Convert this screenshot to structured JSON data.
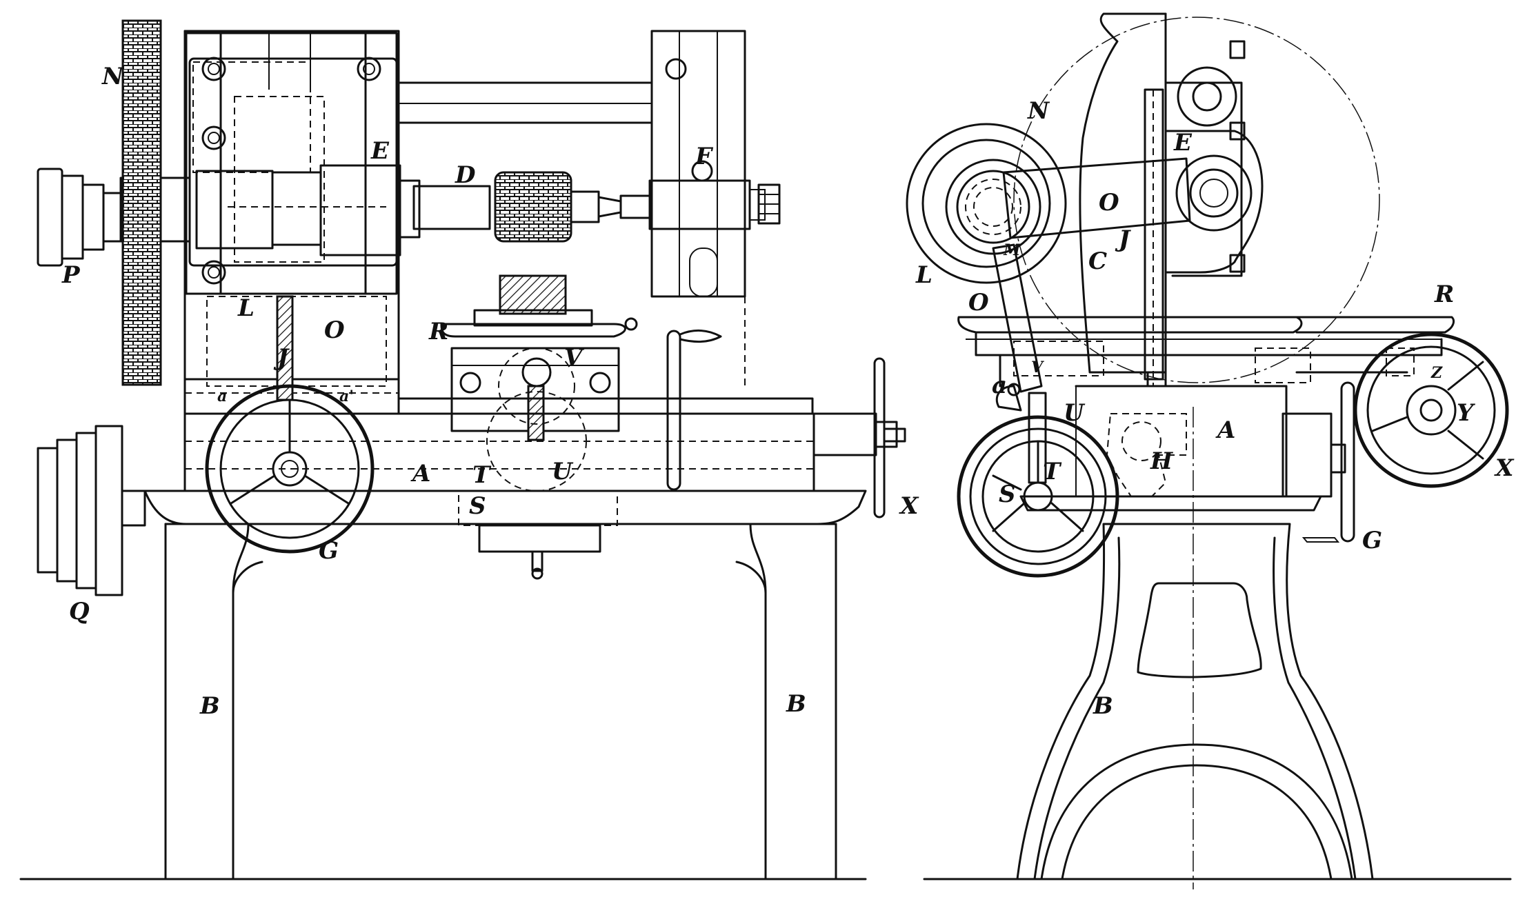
{
  "views": {
    "front": {
      "labels": {
        "N": "N",
        "P": "P",
        "Q": "Q",
        "E": "E",
        "D": "D",
        "F": "F",
        "L": "L",
        "O": "O",
        "J": "J",
        "R": "R",
        "V": "V",
        "A": "A",
        "T": "T",
        "U": "U",
        "S": "S",
        "G": "G",
        "X": "X",
        "B_left": "B",
        "B_right": "B",
        "a_left": "a",
        "a_right": "a'"
      }
    },
    "side": {
      "labels": {
        "N": "N",
        "E": "E",
        "O": "O",
        "J": "J",
        "C": "C",
        "M": "M",
        "L": "L",
        "O2": "O",
        "R": "R",
        "a": "a",
        "V": "V",
        "U": "U",
        "A": "A",
        "H": "H",
        "T": "T",
        "S": "S",
        "Z": "Z",
        "Y": "Y",
        "X": "X",
        "G": "G",
        "B": "B"
      }
    }
  }
}
